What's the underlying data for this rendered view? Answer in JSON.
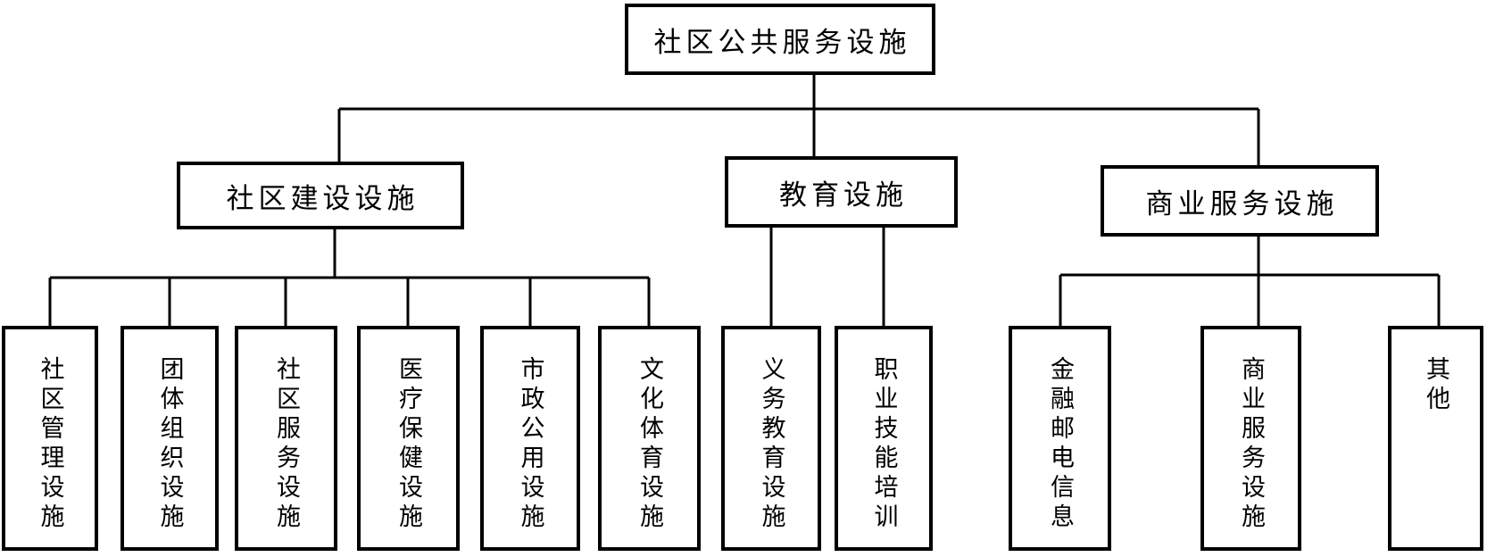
{
  "diagram": {
    "type": "org-chart",
    "root": {
      "label": "社区公共服务设施"
    },
    "branches": [
      {
        "label": "社区建设设施",
        "children": [
          "社区管理设施",
          "团体组织设施",
          "社区服务设施",
          "医疗保健设施",
          "市政公用设施",
          "文化体育设施"
        ]
      },
      {
        "label": "教育设施",
        "children": [
          "义务教育设施",
          "职业技能培训"
        ]
      },
      {
        "label": "商业服务设施",
        "children": [
          "金融邮电信息",
          "商业服务设施",
          "其他"
        ]
      }
    ],
    "colors": {
      "background": "#ffffff",
      "line": "#000000",
      "box_border": "#000000",
      "text": "#000000"
    }
  }
}
